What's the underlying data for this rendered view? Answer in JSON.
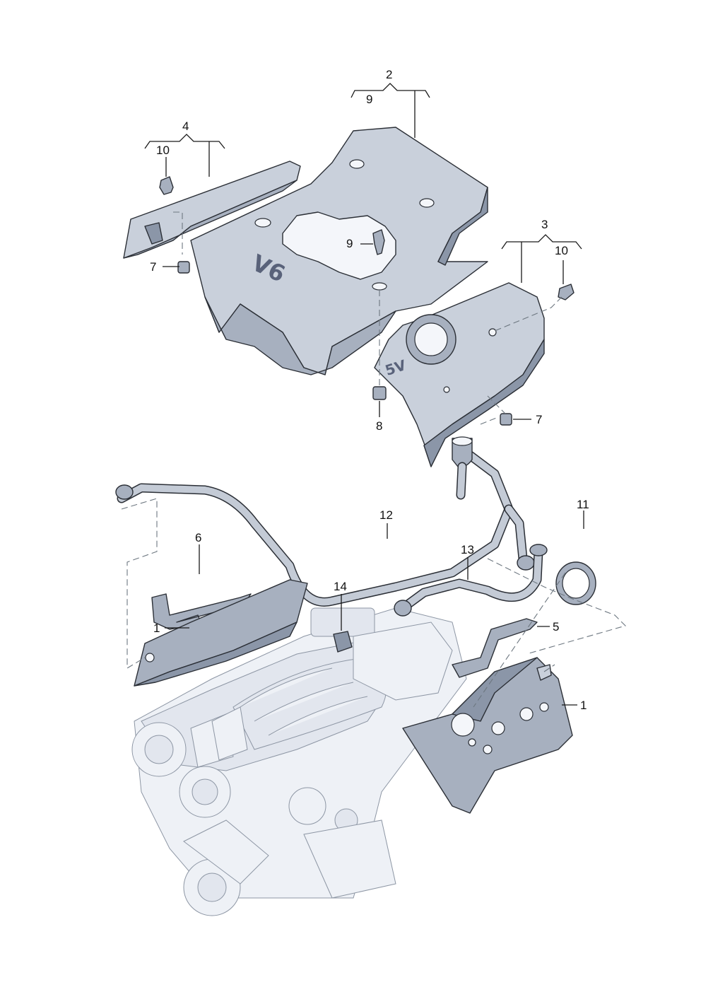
{
  "diagram": {
    "callouts": {
      "c2": "2",
      "c2_sub": "9",
      "c4": "4",
      "c4_sub": "10",
      "c3": "3",
      "c3_sub": "10",
      "c9": "9",
      "c7_left": "7",
      "c7_right": "7",
      "c8": "8",
      "c12": "12",
      "c11": "11",
      "c6": "6",
      "c13": "13",
      "c14": "14",
      "c1_left": "1",
      "c1_right": "1",
      "c5": "5"
    },
    "cover_text": {
      "main": "V6",
      "right": "5V"
    }
  }
}
